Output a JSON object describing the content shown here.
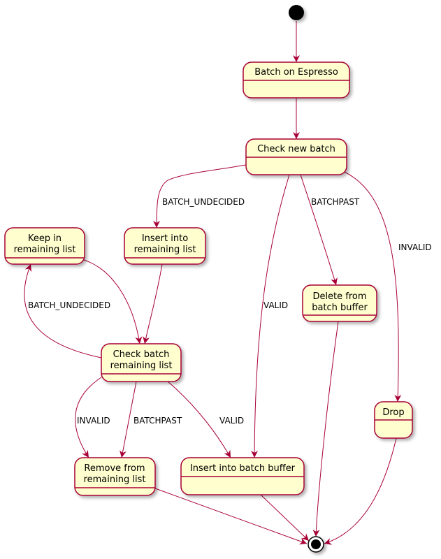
{
  "diagram": {
    "states": {
      "batch_on_espresso": "Batch on Espresso",
      "check_new_batch": "Check new batch",
      "keep_in_remaining": [
        "Keep in",
        "remaining list"
      ],
      "insert_into_remaining": [
        "Insert into",
        "remaining list"
      ],
      "delete_from_buffer": [
        "Delete from",
        "batch buffer"
      ],
      "check_batch_remaining": [
        "Check batch",
        "remaining list"
      ],
      "drop": "Drop",
      "remove_from_remaining": [
        "Remove from",
        "remaining list"
      ],
      "insert_into_buffer": "Insert into batch buffer"
    },
    "transitions": {
      "new_to_insert_remaining": "BATCH_UNDECIDED",
      "new_to_delete_buffer": "BATCHPAST",
      "new_to_drop": "INVALID",
      "new_to_insert_buffer": "VALID",
      "check_to_keep": "BATCH_UNDECIDED",
      "check_to_remove_invalid": "INVALID",
      "check_to_remove_batchpast": "BATCHPAST",
      "check_to_insert_buffer": "VALID"
    },
    "colors": {
      "state_fill": "#fefece",
      "border": "#a80036",
      "start_end": "#000000"
    }
  }
}
